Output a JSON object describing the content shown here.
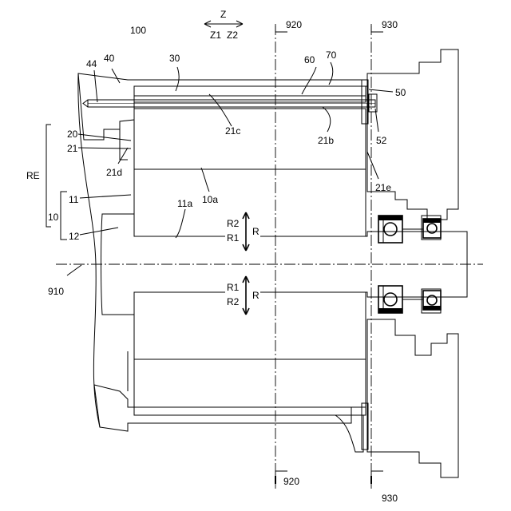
{
  "labels": {
    "l100": "100",
    "lZ": "Z",
    "lZ1": "Z1",
    "lZ2": "Z2",
    "l920top": "920",
    "l930top": "930",
    "l920bot": "920",
    "l930bot": "930",
    "l44": "44",
    "l40": "40",
    "l30": "30",
    "l60": "60",
    "l70": "70",
    "l50": "50",
    "l52": "52",
    "l20": "20",
    "l21": "21",
    "l21c": "21c",
    "l21b": "21b",
    "l21d": "21d",
    "l21e": "21e",
    "lRE": "RE",
    "l11": "11",
    "l10": "10",
    "l12": "12",
    "l10a": "10a",
    "l11a": "11a",
    "lR2a": "R2",
    "lR1a": "R1",
    "lRa": "R",
    "lR1b": "R1",
    "lR2b": "R2",
    "lRb": "R",
    "l910": "910"
  }
}
